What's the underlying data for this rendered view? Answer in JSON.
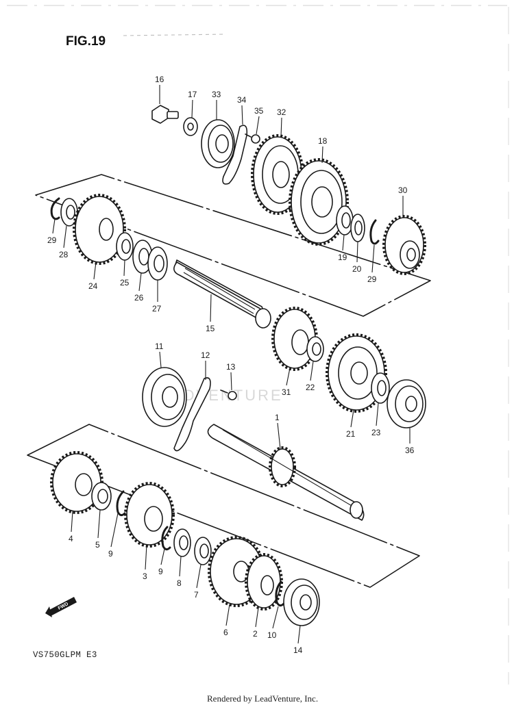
{
  "figure_title": "FIG.19",
  "model_code": "VS750GLPM  E3",
  "credit": "Rendered by LeadVenture, Inc.",
  "watermark": "ADVENTURE",
  "fwd_marker": "FWD",
  "callouts": [
    {
      "label": "16"
    },
    {
      "label": "17"
    },
    {
      "label": "33"
    },
    {
      "label": "34"
    },
    {
      "label": "35"
    },
    {
      "label": "32"
    },
    {
      "label": "18"
    },
    {
      "label": "30"
    },
    {
      "label": "29"
    },
    {
      "label": "28"
    },
    {
      "label": "24"
    },
    {
      "label": "25"
    },
    {
      "label": "26"
    },
    {
      "label": "27"
    },
    {
      "label": "19"
    },
    {
      "label": "20"
    },
    {
      "label": "29"
    },
    {
      "label": "15"
    },
    {
      "label": "11"
    },
    {
      "label": "12"
    },
    {
      "label": "13"
    },
    {
      "label": "31"
    },
    {
      "label": "22"
    },
    {
      "label": "21"
    },
    {
      "label": "23"
    },
    {
      "label": "36"
    },
    {
      "label": "1"
    },
    {
      "label": "4"
    },
    {
      "label": "5"
    },
    {
      "label": "9"
    },
    {
      "label": "3"
    },
    {
      "label": "9"
    },
    {
      "label": "8"
    },
    {
      "label": "7"
    },
    {
      "label": "6"
    },
    {
      "label": "2"
    },
    {
      "label": "10"
    },
    {
      "label": "14"
    }
  ]
}
